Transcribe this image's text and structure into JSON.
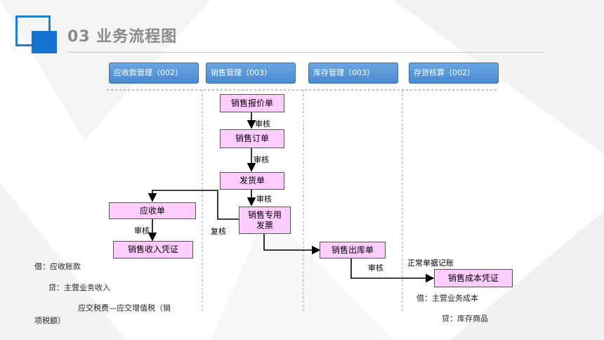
{
  "slide": {
    "title": "03  业务流程图"
  },
  "lanes": [
    {
      "label": "应收款管理（002）"
    },
    {
      "label": "销售管理（003）"
    },
    {
      "label": "库存管理（003）"
    },
    {
      "label": "存货核算（002）"
    }
  ],
  "nodes": {
    "quote": "销售报价单",
    "order": "销售订单",
    "delivery": "发货单",
    "invoice": "销售专用\n发票",
    "receivable": "应收单",
    "receivable_voucher": "销售收入凭证",
    "outbound": "销售出库单",
    "cost_voucher": "销售成本凭证"
  },
  "edge_labels": {
    "audit1": "审核",
    "audit2": "审核",
    "audit3": "审核",
    "audit4": "审核",
    "audit5": "审核",
    "recheck": "复核",
    "normal_posting": "正常单据记账"
  },
  "notes": {
    "debit_ar": "借：应收账款",
    "credit_revenue": "贷：主营业务收入",
    "credit_tax_line1": "应交税费—应交增值税（销",
    "credit_tax_line2": "项税额）",
    "debit_cost": "借：主营业务成本",
    "credit_inventory": "贷：库存商品"
  }
}
